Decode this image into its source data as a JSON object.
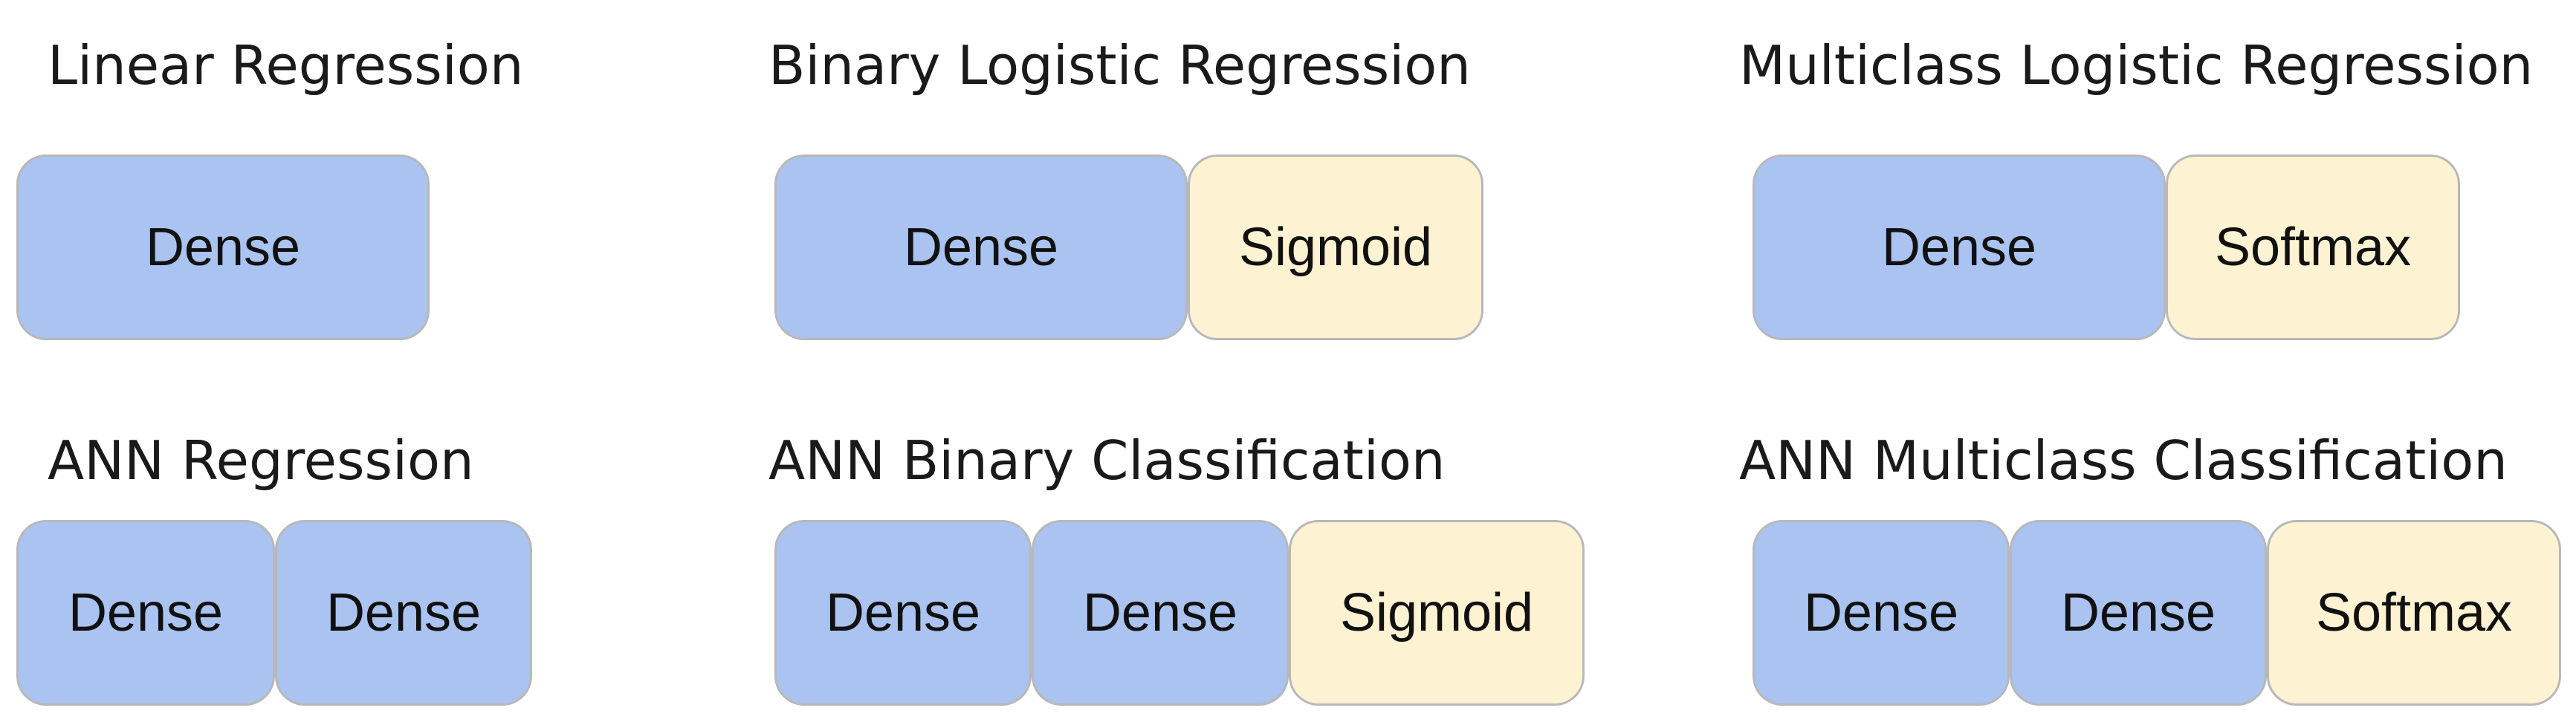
{
  "colors": {
    "dense": "#aac3f0",
    "activation": "#fdf2d2",
    "border": "#b8b8b8"
  },
  "diagrams": [
    {
      "title": "Linear Regression",
      "blocks": [
        {
          "label": "Dense",
          "kind": "dense"
        }
      ]
    },
    {
      "title": "Binary Logistic Regression",
      "blocks": [
        {
          "label": "Dense",
          "kind": "dense"
        },
        {
          "label": "Sigmoid",
          "kind": "activation"
        }
      ]
    },
    {
      "title": "Multiclass Logistic Regression",
      "blocks": [
        {
          "label": "Dense",
          "kind": "dense"
        },
        {
          "label": "Softmax",
          "kind": "activation"
        }
      ]
    },
    {
      "title": "ANN Regression",
      "blocks": [
        {
          "label": "Dense",
          "kind": "dense"
        },
        {
          "label": "Dense",
          "kind": "dense"
        }
      ]
    },
    {
      "title": "ANN Binary Classification",
      "blocks": [
        {
          "label": "Dense",
          "kind": "dense"
        },
        {
          "label": "Dense",
          "kind": "dense"
        },
        {
          "label": "Sigmoid",
          "kind": "activation"
        }
      ]
    },
    {
      "title": "ANN Multiclass Classification",
      "blocks": [
        {
          "label": "Dense",
          "kind": "dense"
        },
        {
          "label": "Dense",
          "kind": "dense"
        },
        {
          "label": "Softmax",
          "kind": "activation"
        }
      ]
    }
  ]
}
